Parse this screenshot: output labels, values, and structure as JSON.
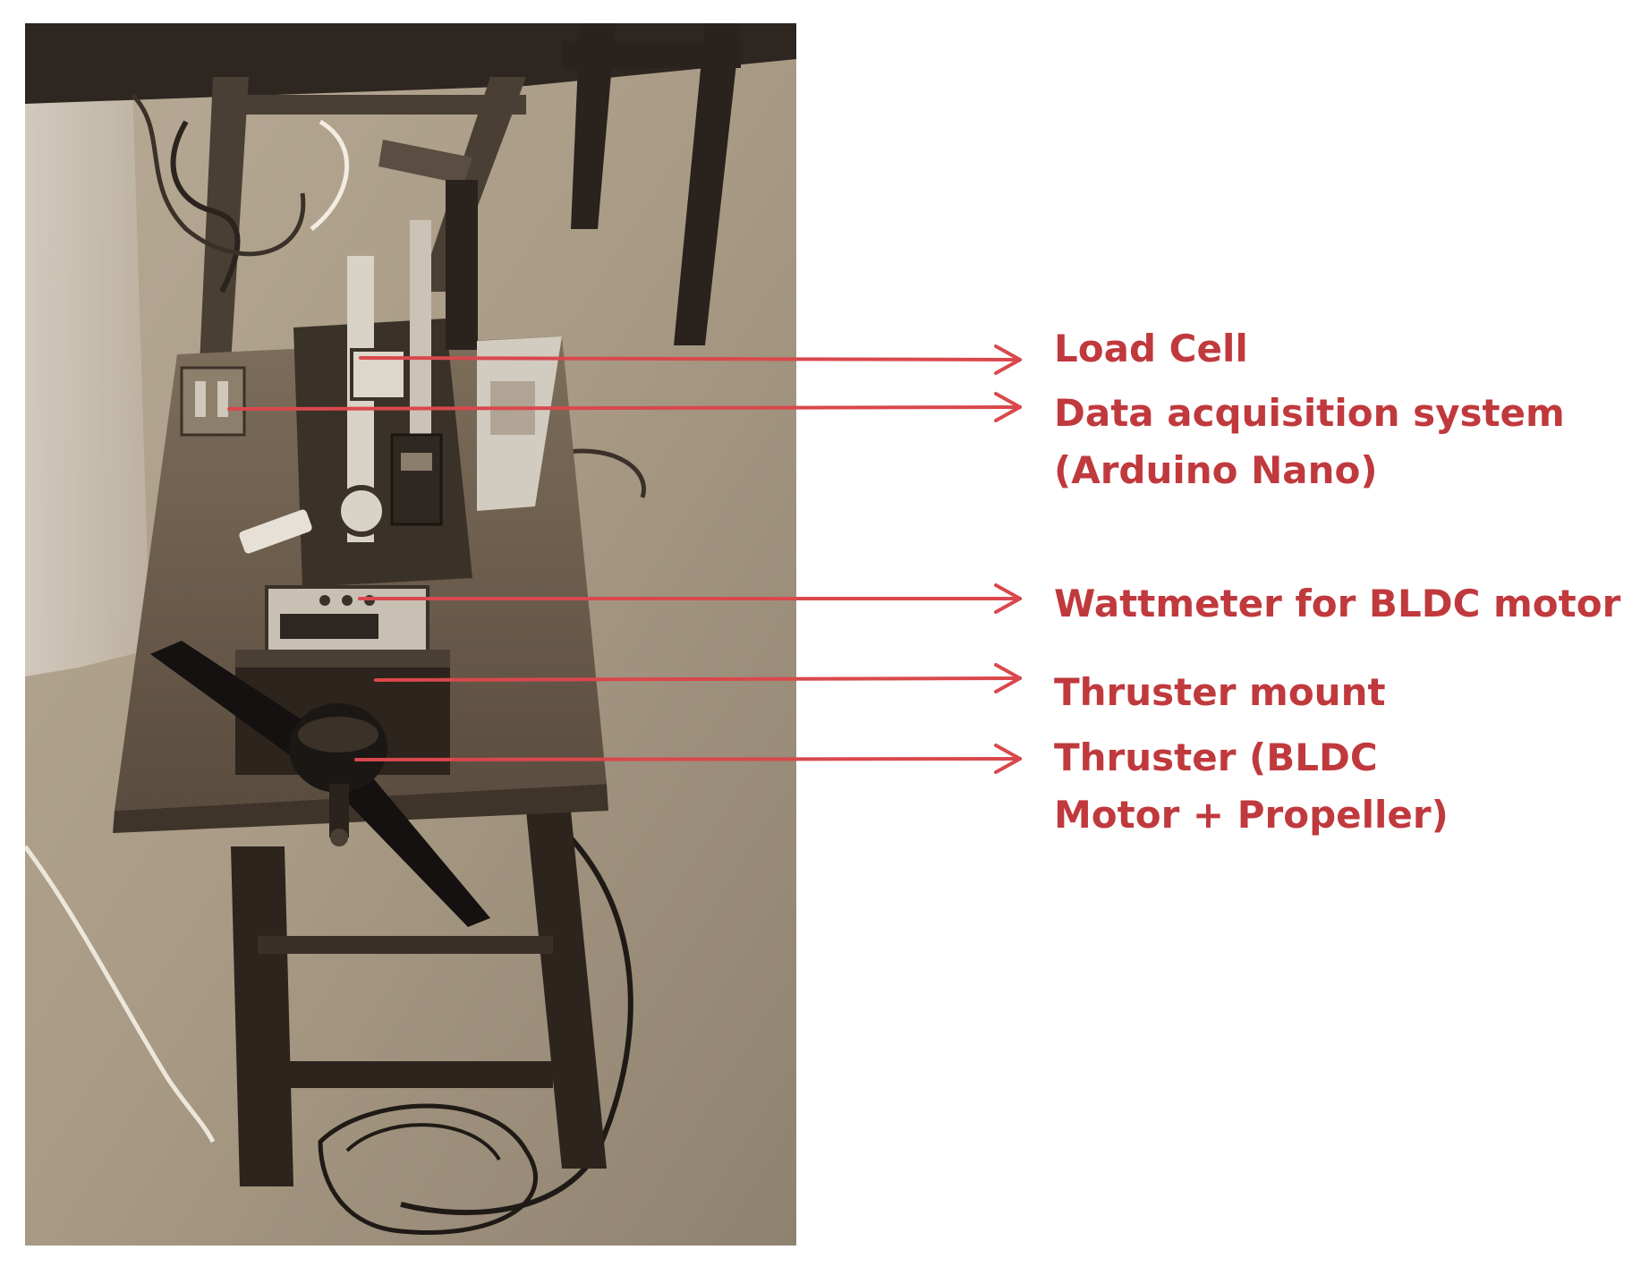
{
  "figure": {
    "accent_color": "#c0393d",
    "photo_tone": "sepia",
    "labels": [
      {
        "key": "load-cell",
        "lines": [
          "Load Cell"
        ]
      },
      {
        "key": "data-acquisition-system",
        "lines": [
          "Data acquisition system",
          "(Arduino Nano)"
        ]
      },
      {
        "key": "wattmeter",
        "lines": [
          "Wattmeter for BLDC motor"
        ]
      },
      {
        "key": "thruster-mount",
        "lines": [
          "Thruster mount"
        ]
      },
      {
        "key": "thruster",
        "lines": [
          "Thruster (BLDC",
          "Motor + Propeller)"
        ]
      }
    ]
  }
}
